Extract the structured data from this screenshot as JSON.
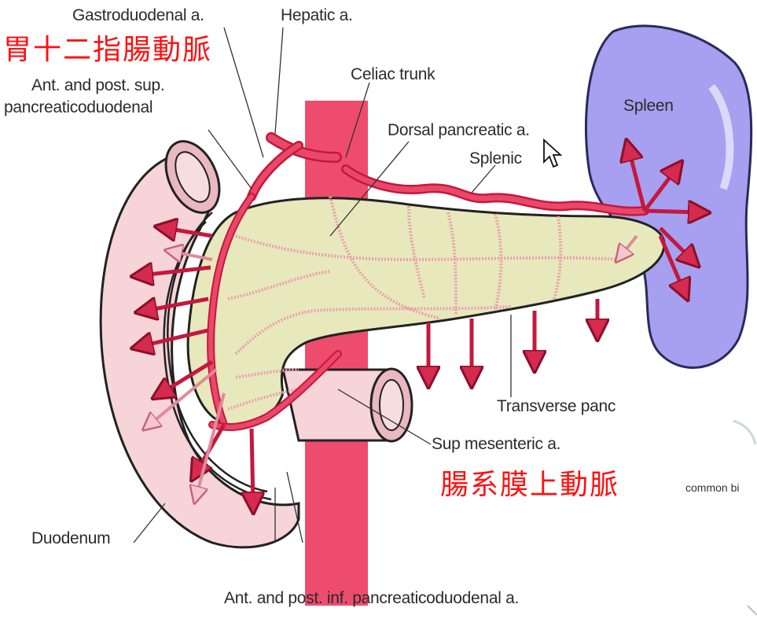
{
  "labels": {
    "gastroduodenal": "Gastroduodenal a.",
    "hepatic": "Hepatic a.",
    "celiac": "Celiac trunk",
    "ant_post_sup_line1": "Ant. and post. sup.",
    "ant_post_sup_line2": "pancreaticoduodenal",
    "dorsal_pancreatic": "Dorsal pancreatic a.",
    "splenic": "Splenic",
    "spleen": "Spleen",
    "transverse": "Transverse panc",
    "sup_mesenteric": "Sup mesenteric a.",
    "duodenum": "Duodenum",
    "inferior": "Ant. and post. inf. pancreaticoduodenal a.",
    "common_bile": "common bi"
  },
  "annotations": {
    "gastroduodenal_cn": "胃十二指腸動脈",
    "sup_mesenteric_cn": "腸系膜上動脈"
  },
  "colors": {
    "artery": "#ea4868",
    "artery_dark": "#c4183e",
    "aorta": "#ee4c6c",
    "pancreas": "#e8e8bd",
    "duodenum": "#f6d4d8",
    "spleen": "#a79ff0",
    "annotation": "#ff1010"
  },
  "icons": {
    "cursor": "mouse-pointer-icon"
  }
}
